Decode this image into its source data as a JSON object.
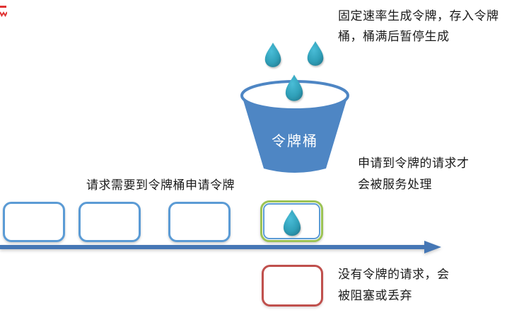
{
  "page": {
    "background": "#ffffff",
    "type": "token-bucket-rate-limit-diagram"
  },
  "colors": {
    "text": "#1a1a1a",
    "blue_box_border": "#5b9bd5",
    "bucket_fill": "#4e86c4",
    "arrow": "#4577b5",
    "green_box_border": "#9cc355",
    "red_box_border": "#c0504d",
    "droplet_teal": "#2f9fb8",
    "watermark_red": "#e03434"
  },
  "bucket": {
    "label": "令牌桶"
  },
  "annotations": {
    "token_generation": {
      "lines": [
        "固定速率生成令牌，存入令牌",
        "桶，桶满后暂停生成"
      ]
    },
    "request_flow": {
      "text": "请求需要到令牌桶申请令牌"
    },
    "granted_request": {
      "lines": [
        "申请到令牌的请求才",
        "会被服务处理"
      ]
    },
    "rejected_request": {
      "lines": [
        "没有令牌的请求，会",
        "被阻塞或丢弃"
      ]
    }
  },
  "icons": {
    "droplet": "water-drop-token",
    "bucket": "token-bucket",
    "arrow": "timeline-arrow-right"
  }
}
